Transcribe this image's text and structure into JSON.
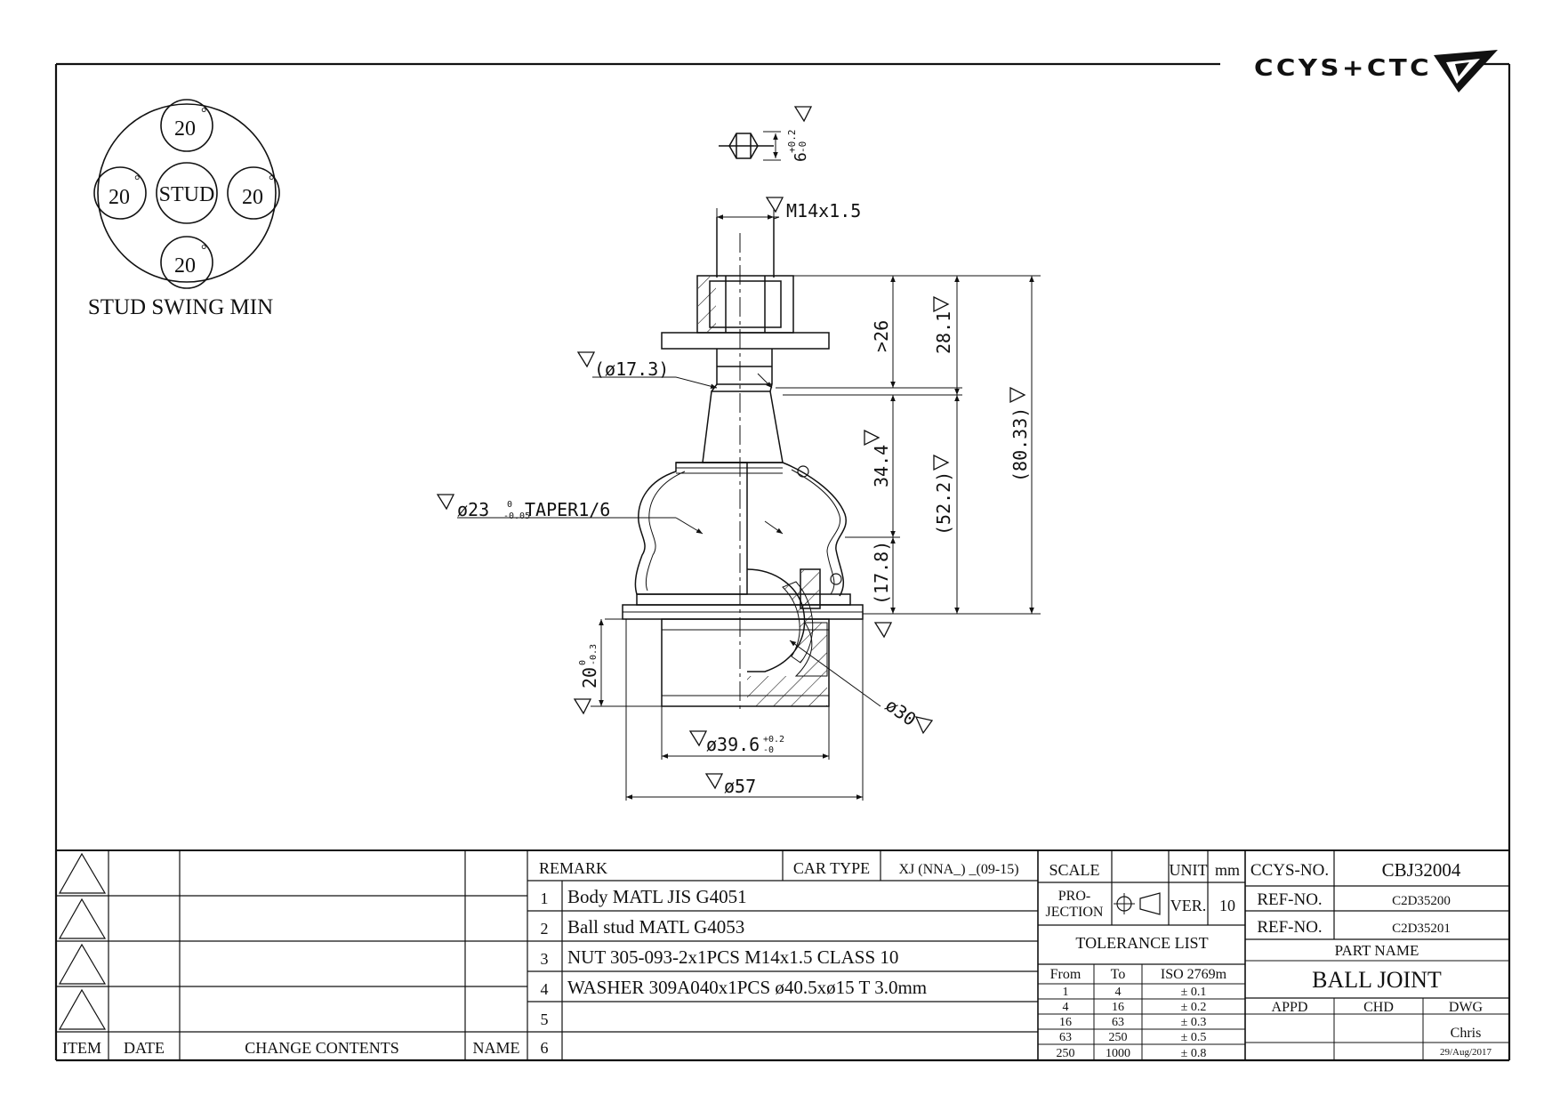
{
  "brand": {
    "logo_text": "CCYS+CTC"
  },
  "swing": {
    "center": "STUD",
    "angles": [
      "20",
      "20",
      "20",
      "20"
    ],
    "degree_mark": "°",
    "caption": "STUD SWING MIN"
  },
  "dims": {
    "hex_tol_main": "6",
    "hex_tol_sup": "+0.2",
    "hex_tol_sub": "-0",
    "thread": "M14x1.5",
    "d17": "(ø17.3)",
    "taper_main": "ø23",
    "taper_sup": "0",
    "taper_sub": "-0.05",
    "taper_rest": "TAPER1/6",
    "len_26": ">26",
    "len_28": "28.1",
    "len_34": "34.4",
    "len_52": "(52.2)",
    "len_80": "(80.33)",
    "len_17": "(17.8)",
    "h20_main": "20",
    "h20_sup": "0",
    "h20_sub": "-0.3",
    "d30": "ø30",
    "d39_main": "ø39.6",
    "d39_sup": "+0.2",
    "d39_sub": "-0",
    "d57": "ø57"
  },
  "revisions": {
    "headers": [
      "ITEM",
      "DATE",
      "CHANGE CONTENTS",
      "NAME"
    ]
  },
  "remarks": {
    "title": "REMARK",
    "car_type_label": "CAR TYPE",
    "car_type_value": "XJ (NNA_) _(09-15)",
    "items": [
      {
        "no": "1",
        "text": "Body MATL JIS G4051"
      },
      {
        "no": "2",
        "text": "Ball stud MATL G4053"
      },
      {
        "no": "3",
        "text": "NUT 305-093-2x1PCS M14x1.5 CLASS 10"
      },
      {
        "no": "4",
        "text": "WASHER 309A040x1PCS ø40.5xø15 T 3.0mm"
      },
      {
        "no": "5",
        "text": ""
      },
      {
        "no": "6",
        "text": ""
      }
    ]
  },
  "title_block": {
    "scale_label": "SCALE",
    "unit_label": "UNIT",
    "unit_value": "mm",
    "projection_line1": "PRO-",
    "projection_line2": "JECTION",
    "ver_label": "VER.",
    "ver_value": "10",
    "tolerance_title": "TOLERANCE LIST",
    "tolerance_headers": [
      "From",
      "To",
      "ISO 2769m"
    ],
    "tolerance_rows": [
      [
        "1",
        "4",
        "± 0.1"
      ],
      [
        "4",
        "16",
        "± 0.2"
      ],
      [
        "16",
        "63",
        "± 0.3"
      ],
      [
        "63",
        "250",
        "± 0.5"
      ],
      [
        "250",
        "1000",
        "± 0.8"
      ]
    ],
    "ccys_label": "CCYS-NO.",
    "ccys_value": "CBJ32004",
    "ref1_label": "REF-NO.",
    "ref1_value": "C2D35200",
    "ref2_label": "REF-NO.",
    "ref2_value": "C2D35201",
    "part_name_label": "PART NAME",
    "part_name_value": "BALL JOINT",
    "appd_label": "APPD",
    "chd_label": "CHD",
    "dwg_label": "DWG",
    "dwg_name": "Chris",
    "dwg_date": "29/Aug/2017"
  }
}
